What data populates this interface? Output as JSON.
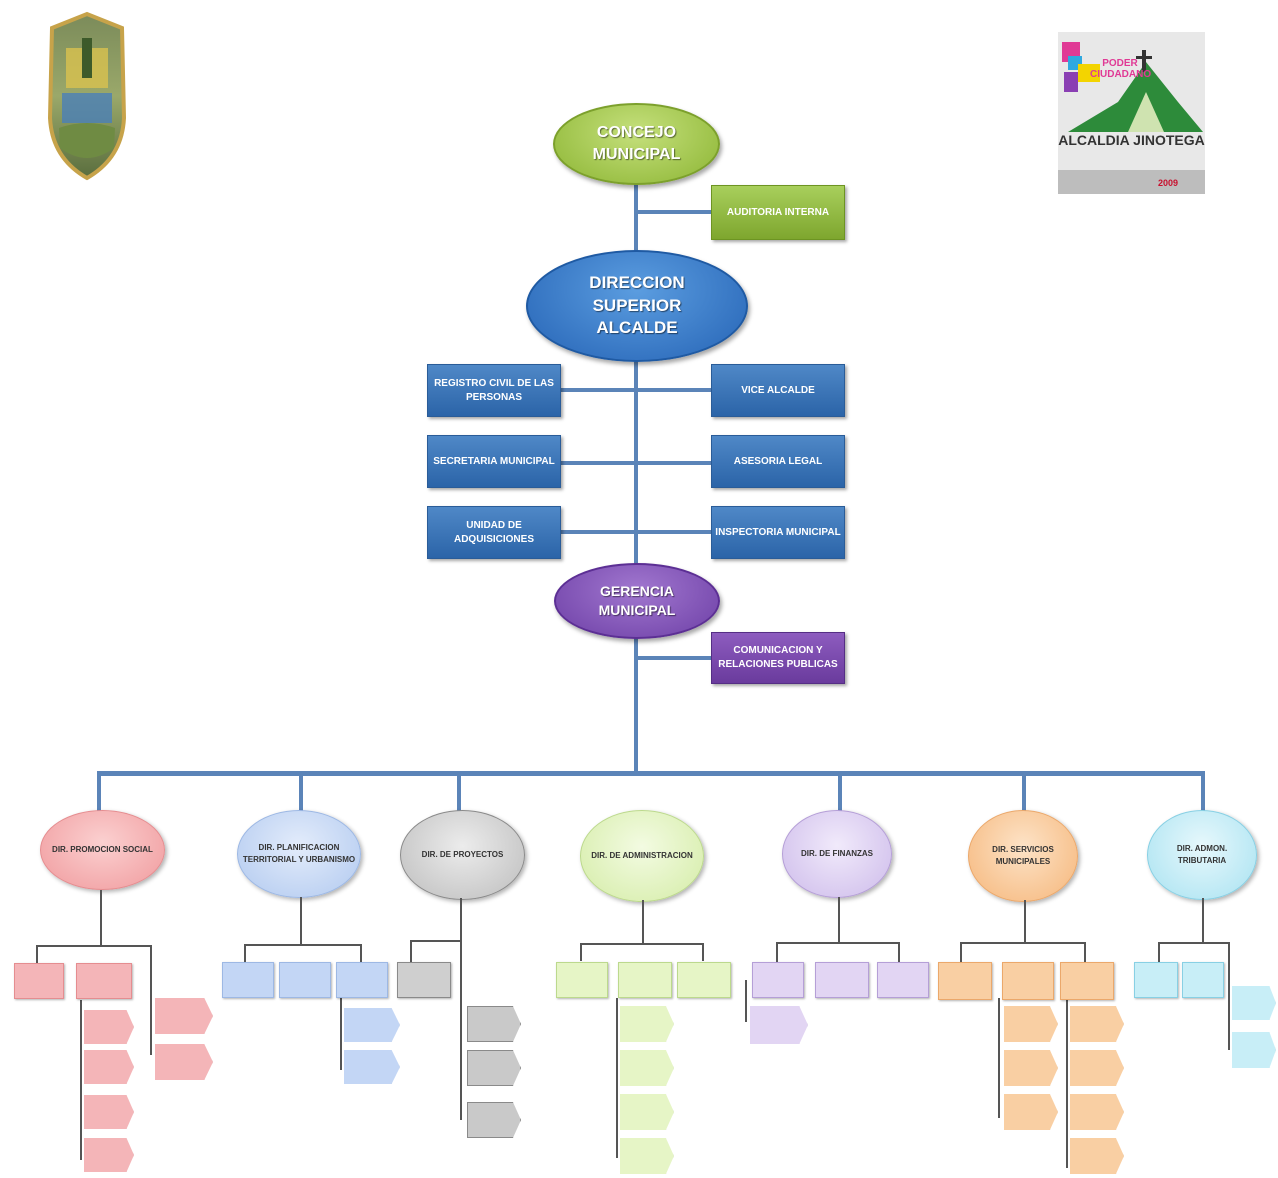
{
  "header": {
    "title": ""
  },
  "top": {
    "concejo": [
      "CONCEJO",
      "MUNICIPAL"
    ],
    "auditoria": "AUDITORIA INTERNA",
    "direccion": [
      "DIRECCION",
      "SUPERIOR",
      "ALCALDE"
    ],
    "registro": "REGISTRO CIVIL DE LAS PERSONAS",
    "vice": "VICE ALCALDE",
    "secretaria": "SECRETARIA MUNICIPAL",
    "asesoria": "ASESORIA LEGAL",
    "adquisiciones": "UNIDAD DE ADQUISICIONES",
    "inspectoria": "INSPECTORIA MUNICIPAL",
    "gerencia": [
      "GERENCIA",
      "MUNICIPAL"
    ],
    "comunicacion": "COMUNICACION Y RELACIONES PUBLICAS"
  },
  "logo": {
    "text": "ALCALDIA JINOTEGA",
    "badge": "PODER CIUDADANO"
  },
  "directions": [
    {
      "label": "DIR. PROMOCION SOCIAL",
      "color": "#f3a9aa",
      "edge": "#e58d90"
    },
    {
      "label": "DIR. PLANIFICACION TERRITORIAL Y URBANISMO",
      "color": "#c3d6f5",
      "edge": "#9db8e4"
    },
    {
      "label": "DIR. DE PROYECTOS",
      "color": "#d4d4d4",
      "edge": "#9a9a9a"
    },
    {
      "label": "DIR. DE ADMINISTRACION",
      "color": "#e6f5c6",
      "edge": "#bcd98d"
    },
    {
      "label": "DIR. DE FINANZAS",
      "color": "#e2d5f3",
      "edge": "#b59fd7"
    },
    {
      "label": "DIR. SERVICIOS MUNICIPALES",
      "color": "#f9cfa3",
      "edge": "#eba86b"
    },
    {
      "label": "DIR. ADMON. TRIBUTARIA",
      "color": "#c8eef7",
      "edge": "#88d0e4"
    }
  ]
}
